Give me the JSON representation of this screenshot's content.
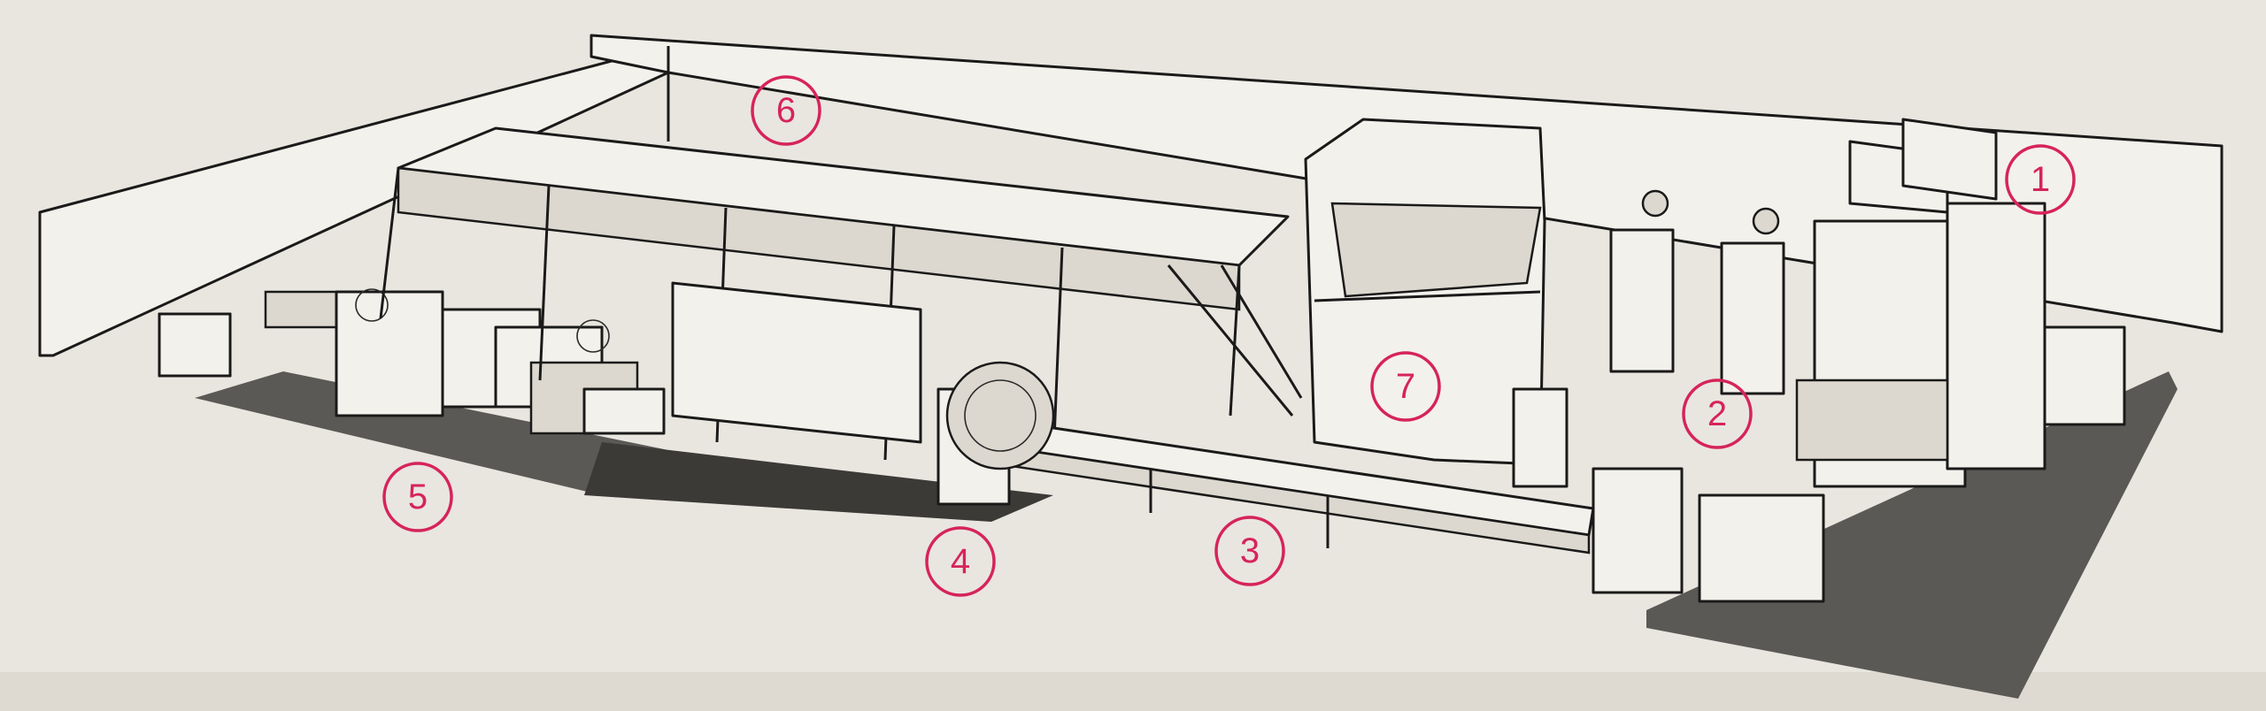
{
  "colors": {
    "paper": "#e9e6df",
    "ink": "#1a1a1a",
    "callout": "#d6245a"
  },
  "callouts": [
    {
      "id": "1",
      "label": "1"
    },
    {
      "id": "2",
      "label": "2"
    },
    {
      "id": "3",
      "label": "3"
    },
    {
      "id": "4",
      "label": "4"
    },
    {
      "id": "5",
      "label": "5"
    },
    {
      "id": "6",
      "label": "6"
    },
    {
      "id": "7",
      "label": "7"
    }
  ]
}
